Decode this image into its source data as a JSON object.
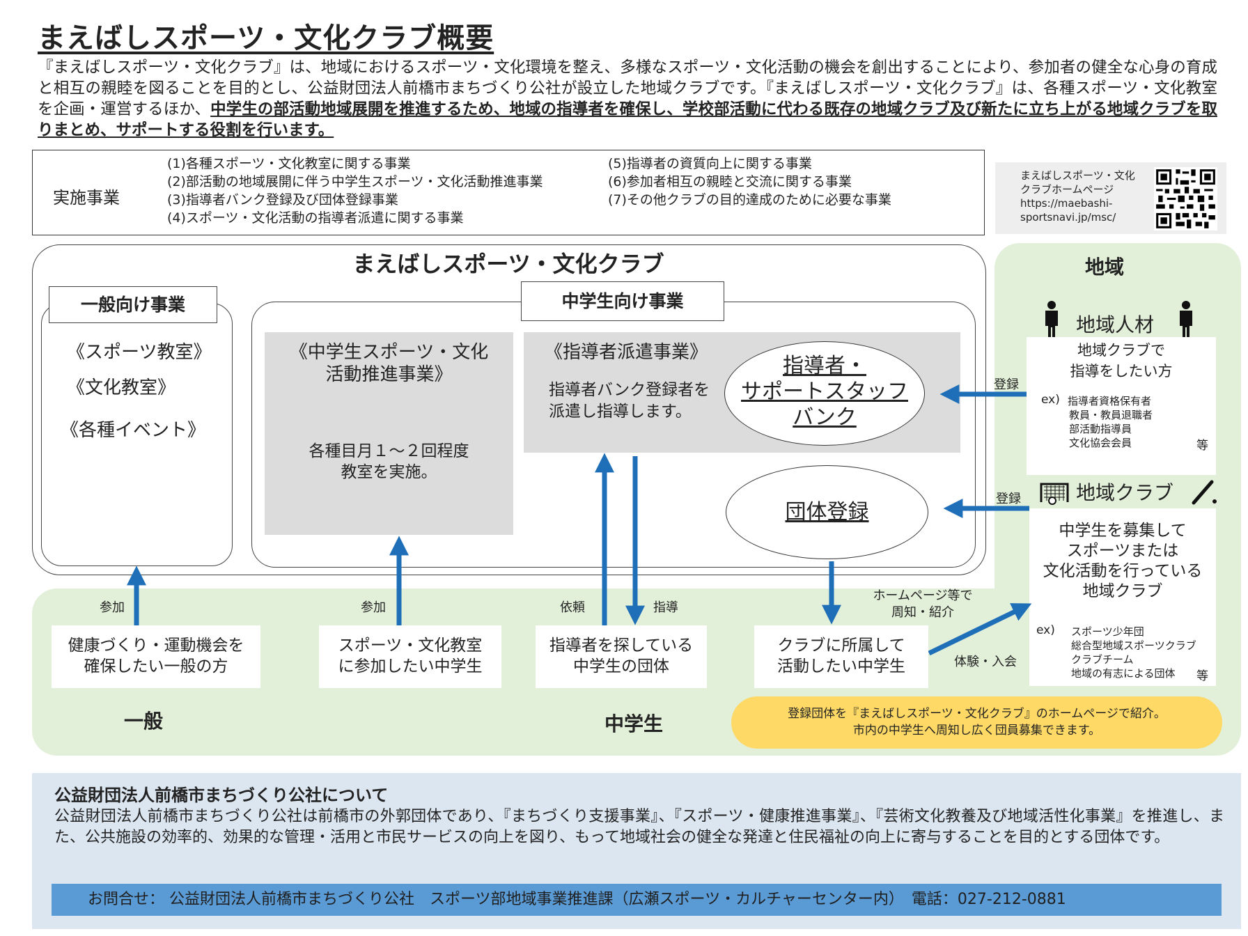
{
  "title": "まえばしスポーツ・文化クラブ概要",
  "intro": {
    "normal": "『まえばしスポーツ・文化クラブ』は、地域におけるスポーツ・文化環境を整え、多様なスポーツ・文化活動の機会を創出することにより、参加者の健全な心身の育成と相互の親睦を図ることを目的とし、公益財団法人前橋市まちづくり公社が設立した地域クラブです。『まえばしスポーツ・文化クラブ』は、各種スポーツ・文化教室を企画・運営するほか、",
    "bold": "中学生の部活動地域展開を推進するため、地域の指導者を確保し、学校部活動に代わる既存の地域クラブ及び新たに立ち上がる地域クラブを取りまとめ、サポートする役割を行います。"
  },
  "projects": {
    "label": "実施事業",
    "left": [
      "(1)各種スポーツ・文化教室に関する事業",
      "(2)部活動の地域展開に伴う中学生スポーツ・文化活動推進事業",
      "(3)指導者バンク登録及び団体登録事業",
      "(4)スポーツ・文化活動の指導者派遣に関する事業"
    ],
    "right": [
      "(5)指導者の資質向上に関する事業",
      "(6)参加者相互の親睦と交流に関する事業",
      "(7)その他クラブの目的達成のために必要な事業"
    ]
  },
  "homepage": {
    "line1": "まえばしスポーツ・文化",
    "line2": "クラブホームページ",
    "line3": "https://maebashi-",
    "line4": "sportsnavi.jp/msc/"
  },
  "club": {
    "title": "まえばしスポーツ・文化クラブ",
    "general_tag": "一般向け事業",
    "general_items": [
      "《スポーツ教室》",
      "《文化教室》",
      "《各種イベント》"
    ],
    "jhs_tag": "中学生向け事業",
    "jhs_program_title1": "《中学生スポーツ・文化",
    "jhs_program_title2": "活動推進事業》",
    "jhs_program_body1": "各種目月１～２回程度",
    "jhs_program_body2": "教室を実施。",
    "dispatch_title": "《指導者派遣事業》",
    "dispatch_body1": "指導者バンク登録者を",
    "dispatch_body2": "派遣し指導します。",
    "bank1": "指導者・",
    "bank2": "サポートスタッフ",
    "bank3": "バンク",
    "group_reg": "団体登録"
  },
  "region": {
    "title": "地域",
    "talent": "地域人材",
    "talent_desc1": "地域クラブで",
    "talent_desc2": "指導をしたい方",
    "talent_ex_prefix": "ex)",
    "talent_ex": [
      "指導者資格保有者",
      "教員・教員退職者",
      "部活動指導員",
      "文化協会会員"
    ],
    "talent_etc": "等",
    "club": "地域クラブ",
    "club_desc": [
      "中学生を募集して",
      "スポーツまたは",
      "文化活動を行っている",
      "地域クラブ"
    ],
    "club_ex_prefix": "ex)",
    "club_ex": [
      "スポーツ少年団",
      "総合型地域スポーツクラブ",
      "クラブチーム",
      "地域の有志による団体"
    ],
    "club_etc": "等",
    "reg1": "登録",
    "reg2": "登録"
  },
  "bottom": {
    "general_label": "一般",
    "jhs_label": "中学生",
    "box1": [
      "健康づくり・運動機会を",
      "確保したい一般の方"
    ],
    "box2": [
      "スポーツ・文化教室",
      "に参加したい中学生"
    ],
    "box3": [
      "指導者を探している",
      "中学生の団体"
    ],
    "box4": [
      "クラブに所属して",
      "活動したい中学生"
    ],
    "a_join1": "参加",
    "a_join2": "参加",
    "a_request": "依頼",
    "a_guide": "指導",
    "a_hp1": "ホームページ等で",
    "a_hp2": "周知・紹介",
    "a_trial": "体験・入会",
    "yellow1": "登録団体を『まえばしスポーツ・文化クラブ』のホームページで紹介。",
    "yellow2": "市内の中学生へ周知し広く団員募集できます。"
  },
  "about": {
    "title": "公益財団法人前橋市まちづくり公社について",
    "body": "公益財団法人前橋市まちづくり公社は前橋市の外郭団体であり、『まちづくり支援事業』、『スポーツ・健康推進事業』、『芸術文化教養及び地域活性化事業』を推進し、また、公共施設の効率的、効果的な管理・活用と市民サービスの向上を図り、もって地域社会の健全な発達と住民福祉の向上に寄与することを目的とする団体です。"
  },
  "contact": "お問合せ： 公益財団法人前橋市まちづくり公社　スポーツ部地域事業推進課（広瀬スポーツ・カルチャーセンター内）　電話：027-212-0881",
  "colors": {
    "arrow": "#1f6fb8",
    "green": "#e2efd9",
    "gray": "#dcdcdc",
    "yellow": "#ffd966",
    "blue_bar": "#5b9bd5",
    "about_bg": "#dce6f1"
  }
}
